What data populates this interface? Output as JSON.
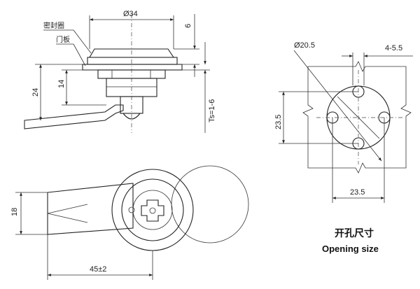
{
  "side_view": {
    "dim_top_diameter": "Ø34",
    "dim_flange_height": "6",
    "dim_body_height": "14",
    "dim_total_height": "24",
    "dim_panel_thickness": "Ts=1-6",
    "label_seal": "密封圈",
    "label_door_panel": "门板"
  },
  "front_view": {
    "dim_cam_width": "18",
    "dim_cam_length": "45±2"
  },
  "opening": {
    "dim_hole_diameter": "Ø20.5",
    "dim_notch_width": "4-5.5",
    "dim_vertical": "23.5",
    "dim_horizontal": "23.5",
    "title_cn": "开孔尺寸",
    "title_en": "Opening size"
  }
}
